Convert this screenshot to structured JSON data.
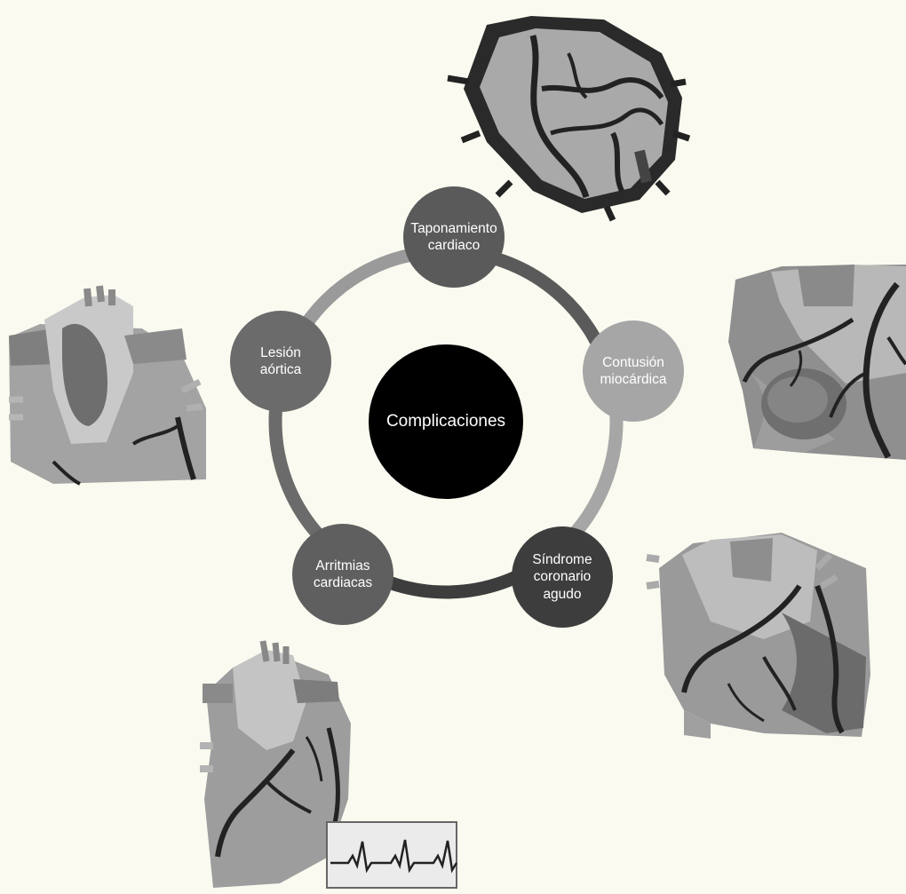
{
  "diagram": {
    "center": {
      "label": "Complicaciones",
      "color": "#000000"
    },
    "nodes": [
      {
        "id": "taponamiento",
        "label": "Taponamiento\ncardiaco",
        "color": "#5a5a5a"
      },
      {
        "id": "contusion",
        "label": "Contusión\nmiocárdica",
        "color": "#a6a6a6"
      },
      {
        "id": "sindrome",
        "label": "Síndrome\ncoronario\nagudo",
        "color": "#3d3d3d"
      },
      {
        "id": "arritmias",
        "label": "Arritmias\ncardiacas",
        "color": "#5f5f5f"
      },
      {
        "id": "lesion",
        "label": "Lesión\naórtica",
        "color": "#6b6b6b"
      }
    ],
    "ring_colors": {
      "taponamiento_contusion": "#5a5a5a",
      "contusion_sindrome": "#a6a6a6",
      "sindrome_arritmias": "#3d3d3d",
      "arritmias_lesion": "#6b6b6b",
      "lesion_taponamiento": "#9a9a9a"
    },
    "illustrations": [
      {
        "name": "pericardium-illustration",
        "depicts": "pericardial sac with coronary vessels"
      },
      {
        "name": "heart-contusion-illustration",
        "depicts": "heart with contused myocardium"
      },
      {
        "name": "heart-ischemia-illustration",
        "depicts": "heart with ischemic zone"
      },
      {
        "name": "heart-ecg-illustration",
        "depicts": "heart with ECG trace"
      },
      {
        "name": "aorta-lesion-illustration",
        "depicts": "heart with aortic lesion"
      }
    ]
  }
}
